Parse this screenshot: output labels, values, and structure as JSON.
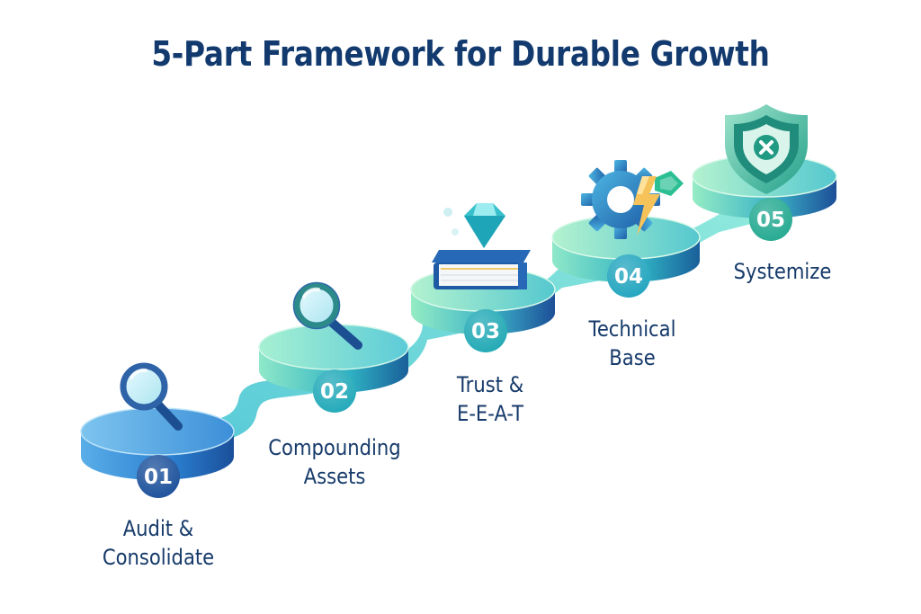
{
  "title": "5-Part Framework for Durable Growth",
  "colors": {
    "title": "#123a6e",
    "label": "#163a6a",
    "badge_blue": "#1a4f9a",
    "badge_teal": "#1fa8b0",
    "badge_green": "#22a88f",
    "ribbon": "#52d0d2"
  },
  "steps": [
    {
      "number": "01",
      "line1": "Audit &",
      "line2": "Consolidate",
      "icon": "magnifier-icon"
    },
    {
      "number": "02",
      "line1": "Compounding",
      "line2": "Assets",
      "icon": "magnifier-icon"
    },
    {
      "number": "03",
      "line1": "Trust &",
      "line2": "E-E-A-T",
      "icon": "book-diamond-icon"
    },
    {
      "number": "04",
      "line1": "Technical",
      "line2": "Base",
      "icon": "gear-lightning-icon"
    },
    {
      "number": "05",
      "line1": "Systemize",
      "line2": "",
      "icon": "shield-icon"
    }
  ]
}
